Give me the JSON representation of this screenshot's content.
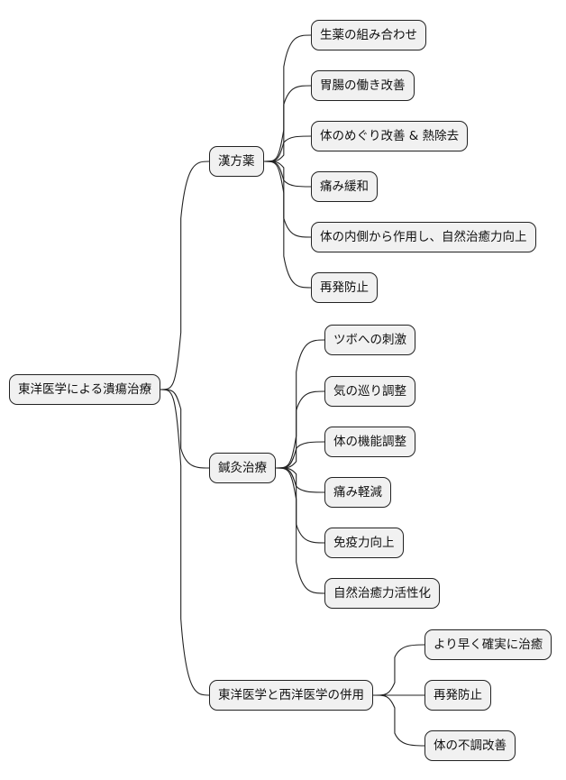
{
  "mindmap": {
    "root": {
      "label": "東洋医学による潰瘍治療"
    },
    "branches": [
      {
        "label": "漢方薬",
        "children": [
          {
            "label": "生薬の組み合わせ"
          },
          {
            "label": "胃腸の働き改善"
          },
          {
            "label": "体のめぐり改善 & 熱除去"
          },
          {
            "label": "痛み緩和"
          },
          {
            "label": "体の内側から作用し、自然治癒力向上"
          },
          {
            "label": "再発防止"
          }
        ]
      },
      {
        "label": "鍼灸治療",
        "children": [
          {
            "label": "ツボへの刺激"
          },
          {
            "label": "気の巡り調整"
          },
          {
            "label": "体の機能調整"
          },
          {
            "label": "痛み軽減"
          },
          {
            "label": "免疫力向上"
          },
          {
            "label": "自然治癒力活性化"
          }
        ]
      },
      {
        "label": "東洋医学と西洋医学の併用",
        "children": [
          {
            "label": "より早く確実に治癒"
          },
          {
            "label": "再発防止"
          },
          {
            "label": "体の不調改善"
          }
        ]
      }
    ],
    "colors": {
      "node_fill": "#f1f1f1",
      "node_border": "#222222",
      "line": "#222222"
    }
  }
}
